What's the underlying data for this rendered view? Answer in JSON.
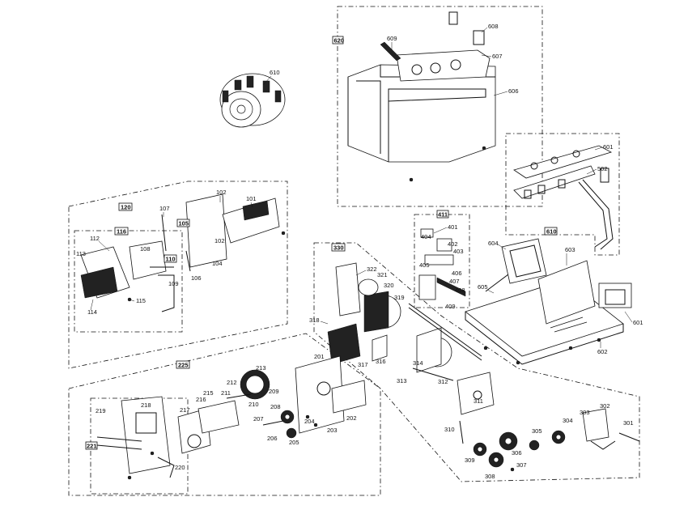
{
  "groups": [
    {
      "id": "g620",
      "label": "620"
    },
    {
      "id": "g610",
      "label": "610"
    },
    {
      "id": "g120",
      "label": "120"
    },
    {
      "id": "g110",
      "label": "110"
    },
    {
      "id": "g105",
      "label": "105"
    },
    {
      "id": "g116",
      "label": "116"
    },
    {
      "id": "g330",
      "label": "330"
    },
    {
      "id": "g411",
      "label": "411"
    },
    {
      "id": "g225",
      "label": "225"
    },
    {
      "id": "g221",
      "label": "221"
    }
  ],
  "callouts": {
    "c610": "610",
    "c609": "609",
    "c608": "608",
    "c607": "607",
    "c606": "606",
    "c601a": "601",
    "c502": "502",
    "c603": "603",
    "c604": "604",
    "c605": "605",
    "c601b": "601",
    "c602": "602",
    "c401": "401",
    "c402": "402",
    "c403": "403",
    "c404": "404",
    "c405": "405",
    "c406": "406",
    "c407": "407",
    "c408": "408",
    "c409": "409",
    "c107": "107",
    "c102": "102",
    "c101": "101",
    "c104": "104",
    "c106": "106",
    "c112": "112",
    "c108": "108",
    "c113": "113",
    "c114": "114",
    "c115": "115",
    "c109": "109",
    "c322": "322",
    "c321": "321",
    "c320": "320",
    "c319": "319",
    "c318": "318",
    "c317": "317",
    "c316": "316",
    "c314": "314",
    "c313": "313",
    "c312": "312",
    "c311": "311",
    "c310": "310",
    "c309": "309",
    "c308": "308",
    "c307": "307",
    "c306": "306",
    "c305": "305",
    "c304": "304",
    "c303": "303",
    "c302": "302",
    "c301": "301",
    "c201": "201",
    "c202": "202",
    "c203": "203",
    "c204": "204",
    "c205": "205",
    "c206": "206",
    "c207": "207",
    "c208": "208",
    "c209": "209",
    "c210": "210",
    "c211": "211",
    "c212": "212",
    "c213": "213",
    "c215": "215",
    "c216": "216",
    "c217": "217",
    "c218": "218",
    "c219": "219",
    "c220": "220"
  }
}
